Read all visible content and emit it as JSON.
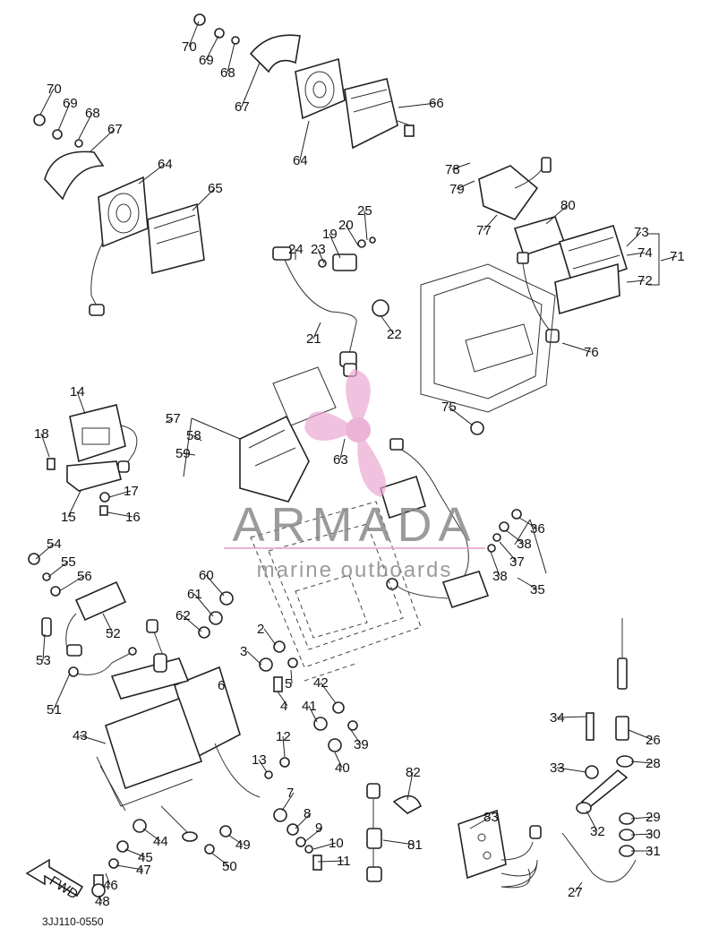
{
  "diagram_code": "3JJ110-0550",
  "watermark": {
    "brand": "ARMADA",
    "tagline": "marine outboards",
    "accent_color": "#e9a6cf"
  },
  "fwd_label": "FWD",
  "callouts": [
    "70",
    "69",
    "68",
    "67",
    "64",
    "66",
    "70",
    "69",
    "68",
    "67",
    "64",
    "65",
    "78",
    "79",
    "77",
    "80",
    "73",
    "74",
    "71",
    "72",
    "25",
    "20",
    "19",
    "23",
    "24",
    "21",
    "22",
    "76",
    "75",
    "14",
    "18",
    "15",
    "17",
    "16",
    "57",
    "58",
    "59",
    "63",
    "36",
    "38",
    "37",
    "38",
    "35",
    "54",
    "55",
    "56",
    "52",
    "53",
    "51",
    "60",
    "61",
    "62",
    "2",
    "3",
    "5",
    "4",
    "42",
    "41",
    "39",
    "40",
    "6",
    "43",
    "12",
    "13",
    "7",
    "8",
    "9",
    "10",
    "11",
    "82",
    "81",
    "83",
    "34",
    "26",
    "28",
    "33",
    "32",
    "29",
    "30",
    "31",
    "27",
    "44",
    "45",
    "47",
    "46",
    "48",
    "49",
    "50"
  ]
}
